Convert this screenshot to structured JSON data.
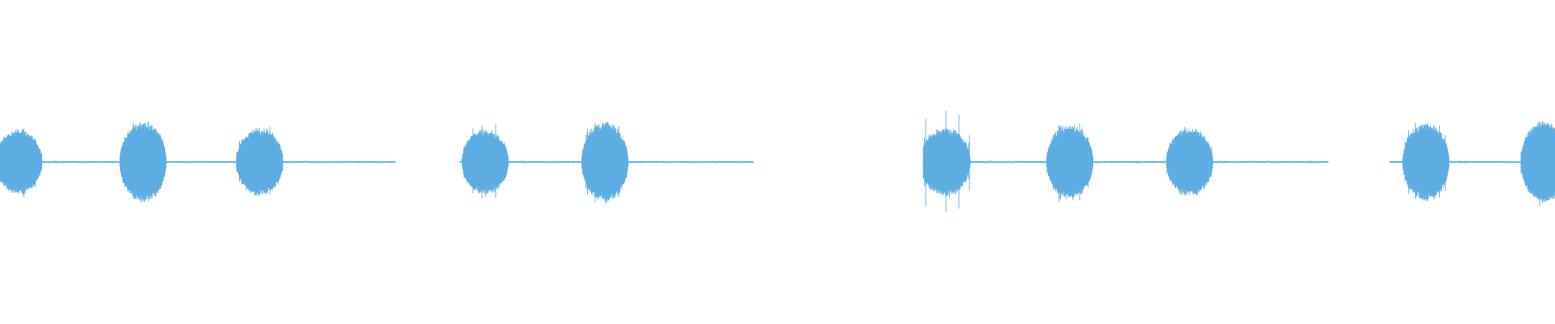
{
  "waveform": {
    "color": "#5dade2",
    "background": "#ffffff",
    "time_extent": [
      0,
      1
    ],
    "amplitude_range": [
      -1,
      1
    ],
    "segments": [
      [
        0.0,
        0.254
      ],
      [
        0.296,
        0.484
      ],
      [
        0.594,
        0.854
      ],
      [
        0.894,
        1.0
      ]
    ],
    "bursts": [
      {
        "center": 0.012,
        "width": 0.03,
        "amplitude": 0.42,
        "peak": 0.46
      },
      {
        "center": 0.092,
        "width": 0.03,
        "amplitude": 0.52,
        "peak": 0.56
      },
      {
        "center": 0.167,
        "width": 0.03,
        "amplitude": 0.44,
        "peak": 0.47
      },
      {
        "center": 0.312,
        "width": 0.03,
        "amplitude": 0.42,
        "peak": 0.5
      },
      {
        "center": 0.389,
        "width": 0.03,
        "amplitude": 0.52,
        "peak": 0.58
      },
      {
        "center": 0.608,
        "width": 0.032,
        "amplitude": 0.45,
        "peak": 0.64
      },
      {
        "center": 0.688,
        "width": 0.03,
        "amplitude": 0.48,
        "peak": 0.53
      },
      {
        "center": 0.765,
        "width": 0.03,
        "amplitude": 0.44,
        "peak": 0.48
      },
      {
        "center": 0.917,
        "width": 0.03,
        "amplitude": 0.5,
        "peak": 0.56
      },
      {
        "center": 0.993,
        "width": 0.03,
        "amplitude": 0.52,
        "peak": 0.56
      }
    ]
  }
}
